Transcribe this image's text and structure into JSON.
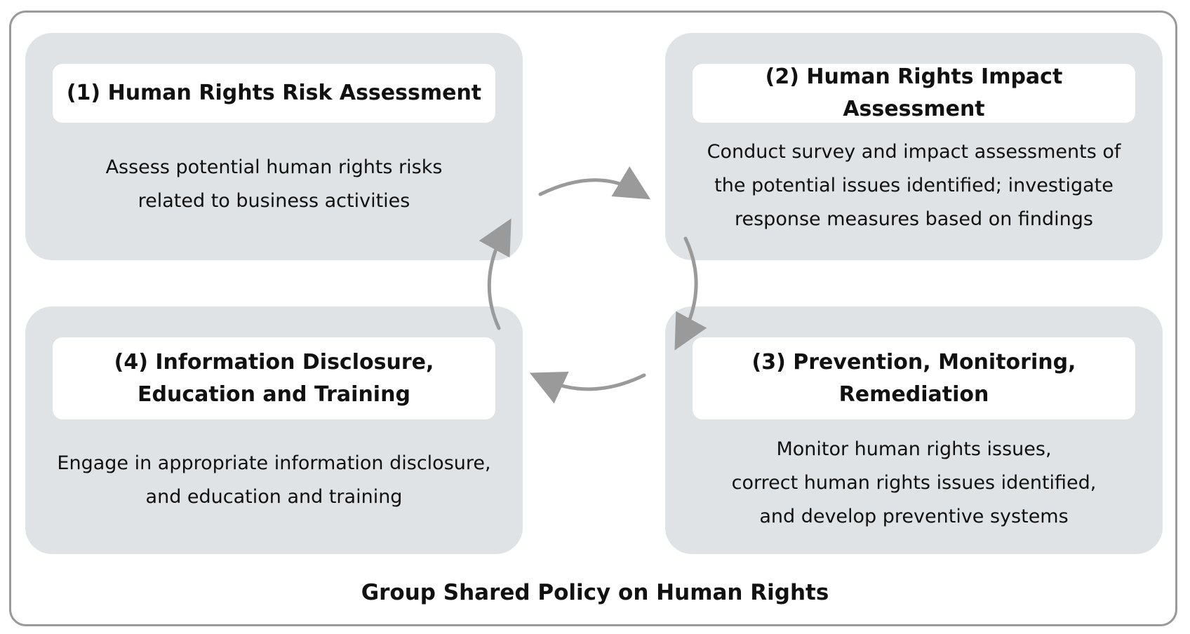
{
  "steps": [
    {
      "title": "(1) Human Rights Risk Assessment",
      "description": "Assess potential human rights risks\nrelated to business activities"
    },
    {
      "title": "(2) Human Rights Impact Assessment",
      "description": "Conduct survey and impact assessments of\nthe potential issues identified; investigate\nresponse measures based on findings"
    },
    {
      "title": "(3) Prevention, Monitoring,\nRemediation",
      "description": "Monitor human rights issues,\ncorrect human rights issues identified,\nand develop preventive systems"
    },
    {
      "title": "(4) Information Disclosure,\nEducation and Training",
      "description": "Engage in appropriate information disclosure,\nand education and training"
    }
  ],
  "footer": "Group Shared Policy on Human Rights",
  "colors": {
    "card_background": "#dfe3e6",
    "title_background": "#ffffff",
    "frame_border": "#9a9a9a",
    "arrow": "#9a9a9a"
  }
}
